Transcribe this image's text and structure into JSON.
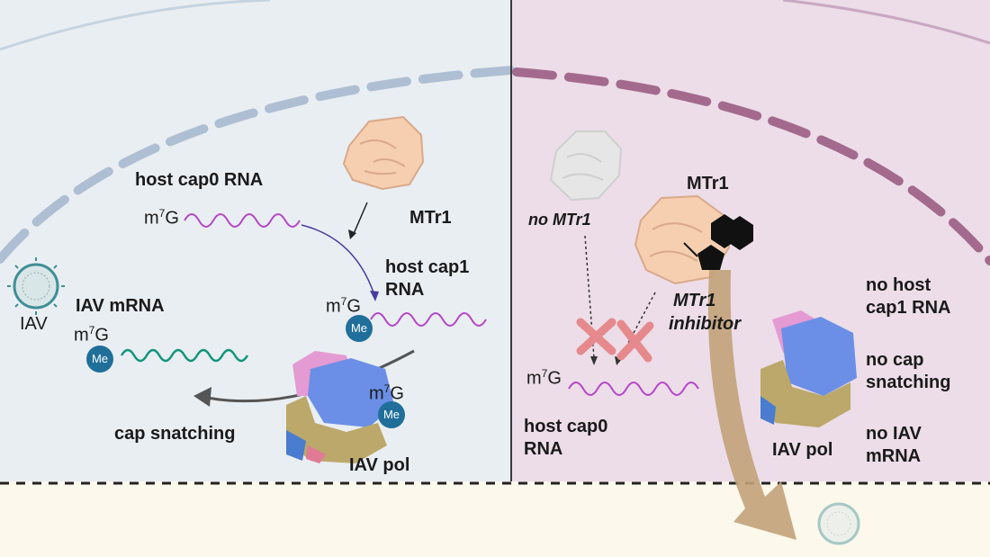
{
  "left_panel": {
    "host_cap0_label": "host cap0 RNA",
    "mtr1_label": "MTr1",
    "host_cap1_line1": "host cap1",
    "host_cap1_line2": "RNA",
    "iav_mrna_label": "IAV mRNA",
    "iav_label": "IAV",
    "cap_snatching_label": "cap snatching",
    "iav_pol_label": "IAV pol",
    "m7g_base": "m",
    "m7g_sup": "7",
    "m7g_end": "G",
    "me_label": "Me"
  },
  "right_panel": {
    "no_mtr1_label": "no MTr1",
    "mtr1_label": "MTr1",
    "inhibitor_line1": "MTr1",
    "inhibitor_line2": "inhibitor",
    "no_host_cap1_line1": "no host",
    "no_host_cap1_line2": "cap1 RNA",
    "no_cap_snatching_line1": "no cap",
    "no_cap_snatching_line2": "snatching",
    "no_iav_mrna_line1": "no IAV",
    "no_iav_mrna_line2": "mRNA",
    "iav_pol_label": "IAV pol",
    "host_cap0_line1": "host cap0",
    "host_cap0_line2": "RNA"
  },
  "colors": {
    "left_bg": "#e9eef2",
    "right_bg": "#ecdde8",
    "left_membrane": "#aebed3",
    "right_membrane": "#a36a8e",
    "rna_purple": "#b446c8",
    "mrna_green": "#12957a",
    "me_blue": "#1f6f9a",
    "red_cross": "#e5898d",
    "mtr1_peach": "#f6cfb0",
    "arrow_tan": "#c2a27a"
  },
  "icons": [
    "virus-icon",
    "protein-icon",
    "inhibitor-molecule-icon",
    "cross-icon"
  ]
}
